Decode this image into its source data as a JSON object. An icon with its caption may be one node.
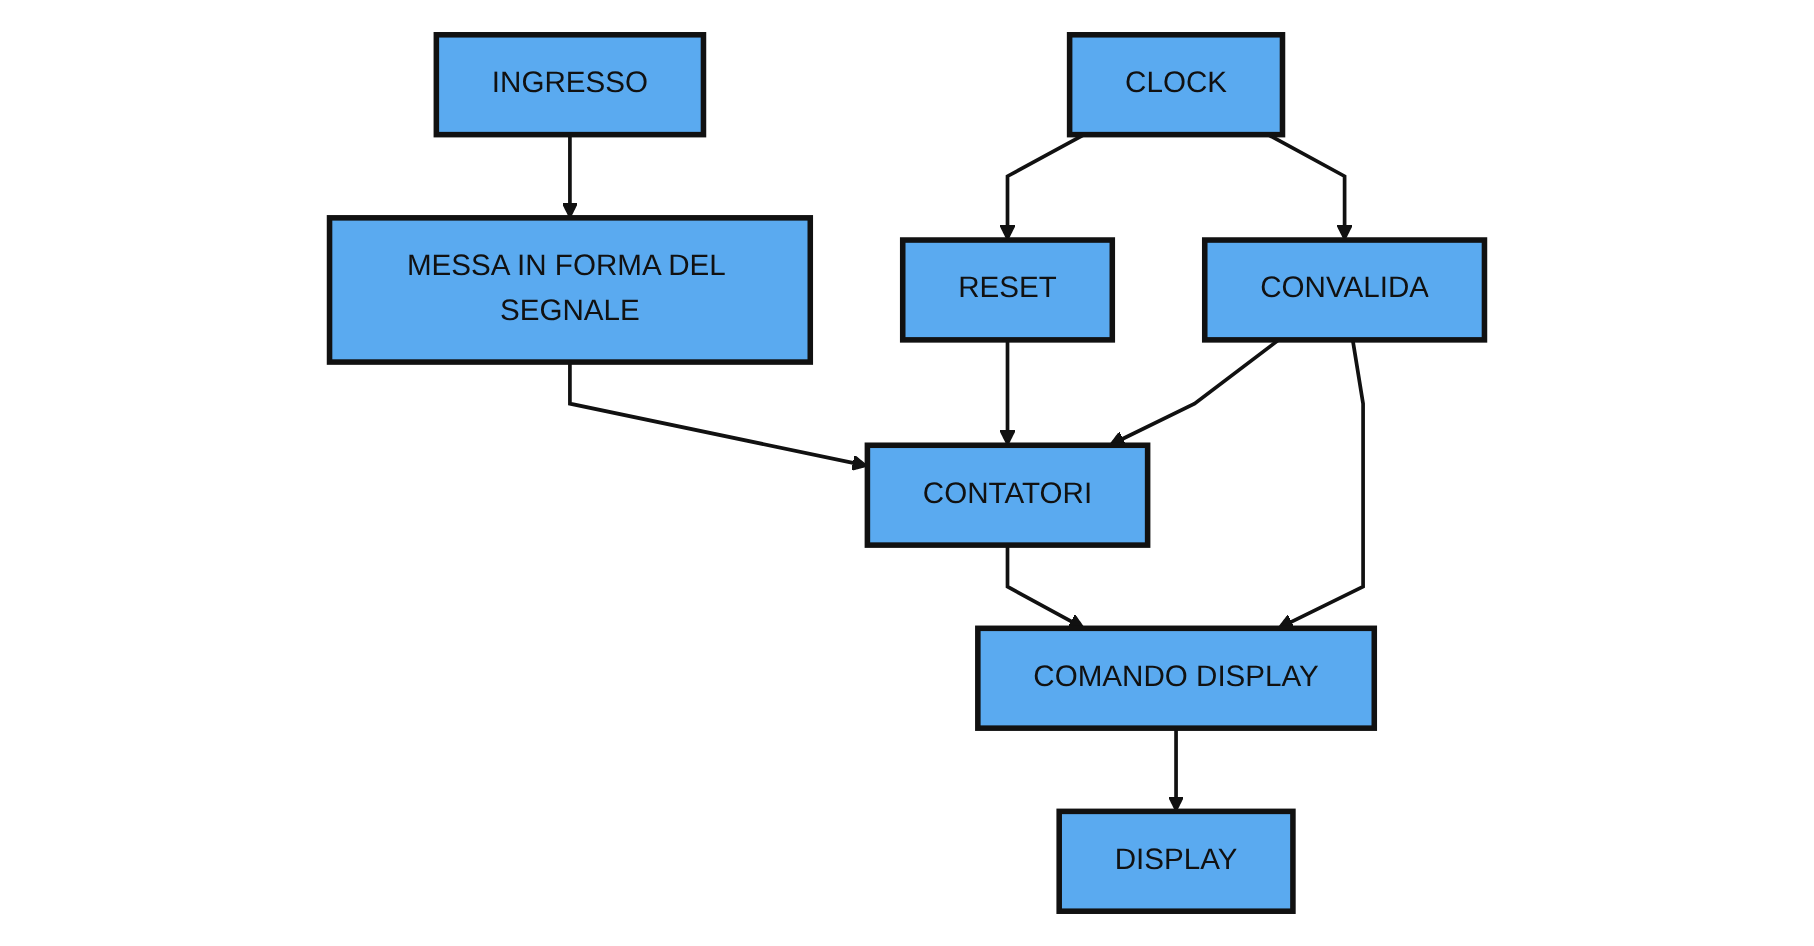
{
  "diagram": {
    "nodes": [
      {
        "text": [
          "INGRESSO"
        ]
      },
      {
        "text": [
          "DISPLAY"
        ]
      },
      {
        "text": [
          "MESSA IN FORMA DEL SEGNALE"
        ]
      },
      {
        "text": [
          "CONTATORI"
        ]
      },
      {
        "text": [
          "COMANDO DISPLAY"
        ]
      },
      {
        "text": [
          "RESET"
        ]
      },
      {
        "text": [
          "CONVALIDA"
        ]
      },
      {
        "text": [
          "CLOCK"
        ]
      }
    ],
    "edges": [
      {
        "from": 0,
        "to": 2,
        "arrow": "to"
      },
      {
        "from": 2,
        "to": 3,
        "arrow": "to"
      },
      {
        "from": 3,
        "to": 4,
        "arrow": "to"
      },
      {
        "from": 4,
        "to": 1,
        "arrow": "to"
      },
      {
        "from": 5,
        "to": 3,
        "arrow": "to"
      },
      {
        "from": 6,
        "to": 3,
        "arrow": "to"
      },
      {
        "from": 6,
        "to": 4,
        "arrow": "to"
      },
      {
        "from": 7,
        "to": 5,
        "arrow": "to"
      },
      {
        "from": 7,
        "to": 6,
        "arrow": "to"
      }
    ]
  }
}
